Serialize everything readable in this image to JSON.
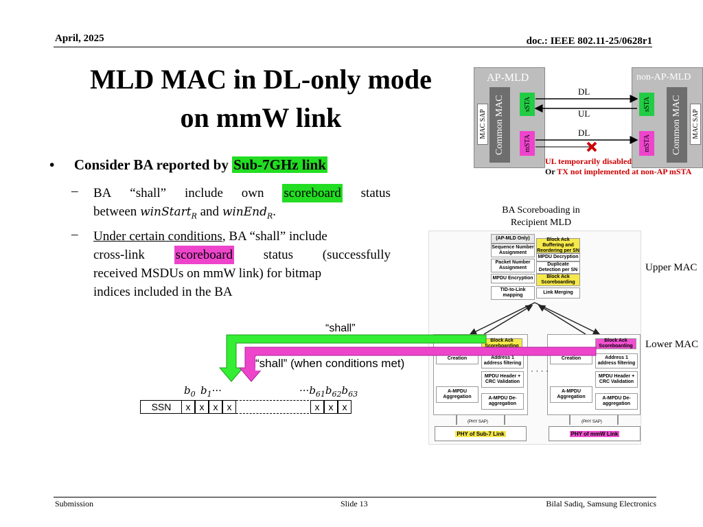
{
  "header": {
    "date": "April, 2025",
    "doc": "doc.: IEEE 802.11-25/0628r1"
  },
  "title": {
    "line1": "MLD MAC in DL-only mode",
    "line2": "on mmW link"
  },
  "bullet": {
    "marker": "•",
    "prefix": "Consider BA reported by ",
    "highlight": "Sub-7GHz link"
  },
  "sub1": {
    "dash": "–",
    "w1": "BA",
    "w2": "“shall”",
    "w3": "include",
    "w4": "own",
    "highlight": "scoreboard",
    "w6": "status",
    "l2a": "between ",
    "math1": "winStart",
    "math1_sub": "R",
    "l2b": " and ",
    "math2": "winEnd",
    "math2_sub": "R",
    "l2c": "."
  },
  "sub2": {
    "dash": "–",
    "link_text": "Under certain conditions",
    "rest1": ", BA “shall” include",
    "l2a": "cross-link",
    "highlight": "scoreboard",
    "l2c": "status",
    "l2d": "(successfully",
    "line3": "received MSDUs on mmW link) for bitmap",
    "line4": "indices included in the BA"
  },
  "mld_figure": {
    "ap_label": "AP-MLD",
    "non_ap_label": "non-AP-MLD",
    "common_mac": "Common MAC",
    "mac_sap": "MAC SAP",
    "ssta": "sSTA",
    "msta": "mSTA",
    "dl1": "DL",
    "ul": "UL",
    "dl2": "DL",
    "note1": "UL temporarily disabled",
    "note2_or": "Or ",
    "note2": "TX not implemented at non-AP mSTA",
    "colors": {
      "green": "#22cc44",
      "pink": "#ee44cc",
      "red": "#cc0000"
    }
  },
  "arch": {
    "caption_l1": "BA Scoreboading  in",
    "caption_l2": "Recipient MLD",
    "upper_mac": "Upper MAC",
    "lower_mac": "Lower MAC",
    "dots": "· · · ·",
    "upper_boxes": [
      "(AP-MLD Only)",
      "Block Ack Buffering and Reordering per SN",
      "Sequence Number Assignment",
      "MPDU Decryption",
      "Packet Number Assignment",
      "Duplicate Detection per SN",
      "MPDU Encryption",
      "Block Ack Scoreboarding",
      "TID-to-Link mapping",
      "Link Merging"
    ],
    "lower_left": [
      "Block Ack Scoreboarding",
      "Creation",
      "Address 1 address filtering",
      "MPDU Header + CRC Validation",
      "A-MPDU Aggregation",
      "A-MPDU De-aggregation"
    ],
    "lower_right": [
      "Block Ack Scoreboarding",
      "Creation",
      "Address 1 address filtering",
      "MPDU Header + CRC Validation",
      "A-MPDU Aggregation",
      "A-MPDU De-aggregation"
    ],
    "phy_sap": "(PHY SAP)",
    "phy_left": "PHY of Sub-7 Link",
    "phy_right": "PHY of mmW Link"
  },
  "arrows": {
    "shall": "“shall”",
    "shall_cond": "“shall” (when conditions met)"
  },
  "bitmap": {
    "b0": "b",
    "b0s": "0",
    "b1": "b",
    "b1s": "1",
    "dots": "···",
    "b61": "b",
    "b61s": "61",
    "b62": "b",
    "b62s": "62",
    "b63": "b",
    "b63s": "63",
    "ssn": "SSN",
    "x": "x"
  },
  "footer": {
    "left": "Submission",
    "center": "Slide 13",
    "right": "Bilal Sadiq, Samsung Electronics"
  }
}
